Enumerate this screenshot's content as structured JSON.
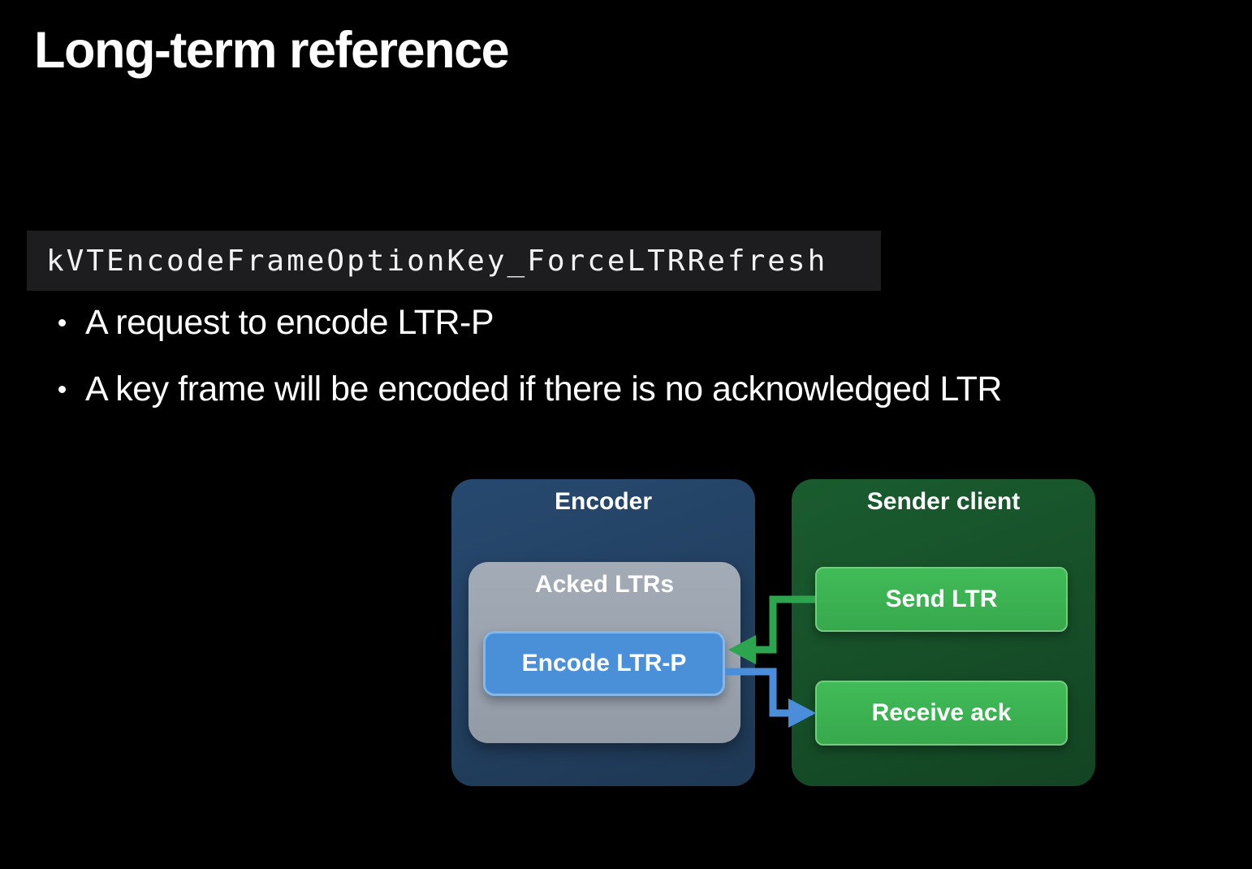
{
  "slide": {
    "title": "Long-term reference",
    "code_snippet": "kVTEncodeFrameOptionKey_ForceLTRRefresh",
    "bullets": [
      {
        "text": "A request to encode LTR-P"
      },
      {
        "text": "A key frame will be encoded if there is no acknowledged LTR"
      }
    ]
  },
  "diagram": {
    "encoder_box": {
      "label": "Encoder"
    },
    "acked_box": {
      "label": "Acked LTRs"
    },
    "encode_node": {
      "label": "Encode LTR-P"
    },
    "sender_box": {
      "label": "Sender client"
    },
    "send_node": {
      "label": "Send LTR"
    },
    "receive_node": {
      "label": "Receive ack"
    },
    "colors": {
      "background": "#000000",
      "encoder_bg": "#223e5f",
      "sender_bg": "#16502a",
      "acked_bg": "#9aa2ae",
      "encode_bg": "#4a90d8",
      "encode_border": "#84b6e9",
      "button_bg": "#3cb254",
      "button_border": "#74ca81",
      "code_block_bg": "#1d1d1f",
      "arrow_green": "#2da44e",
      "arrow_blue": "#4a8edb"
    }
  }
}
